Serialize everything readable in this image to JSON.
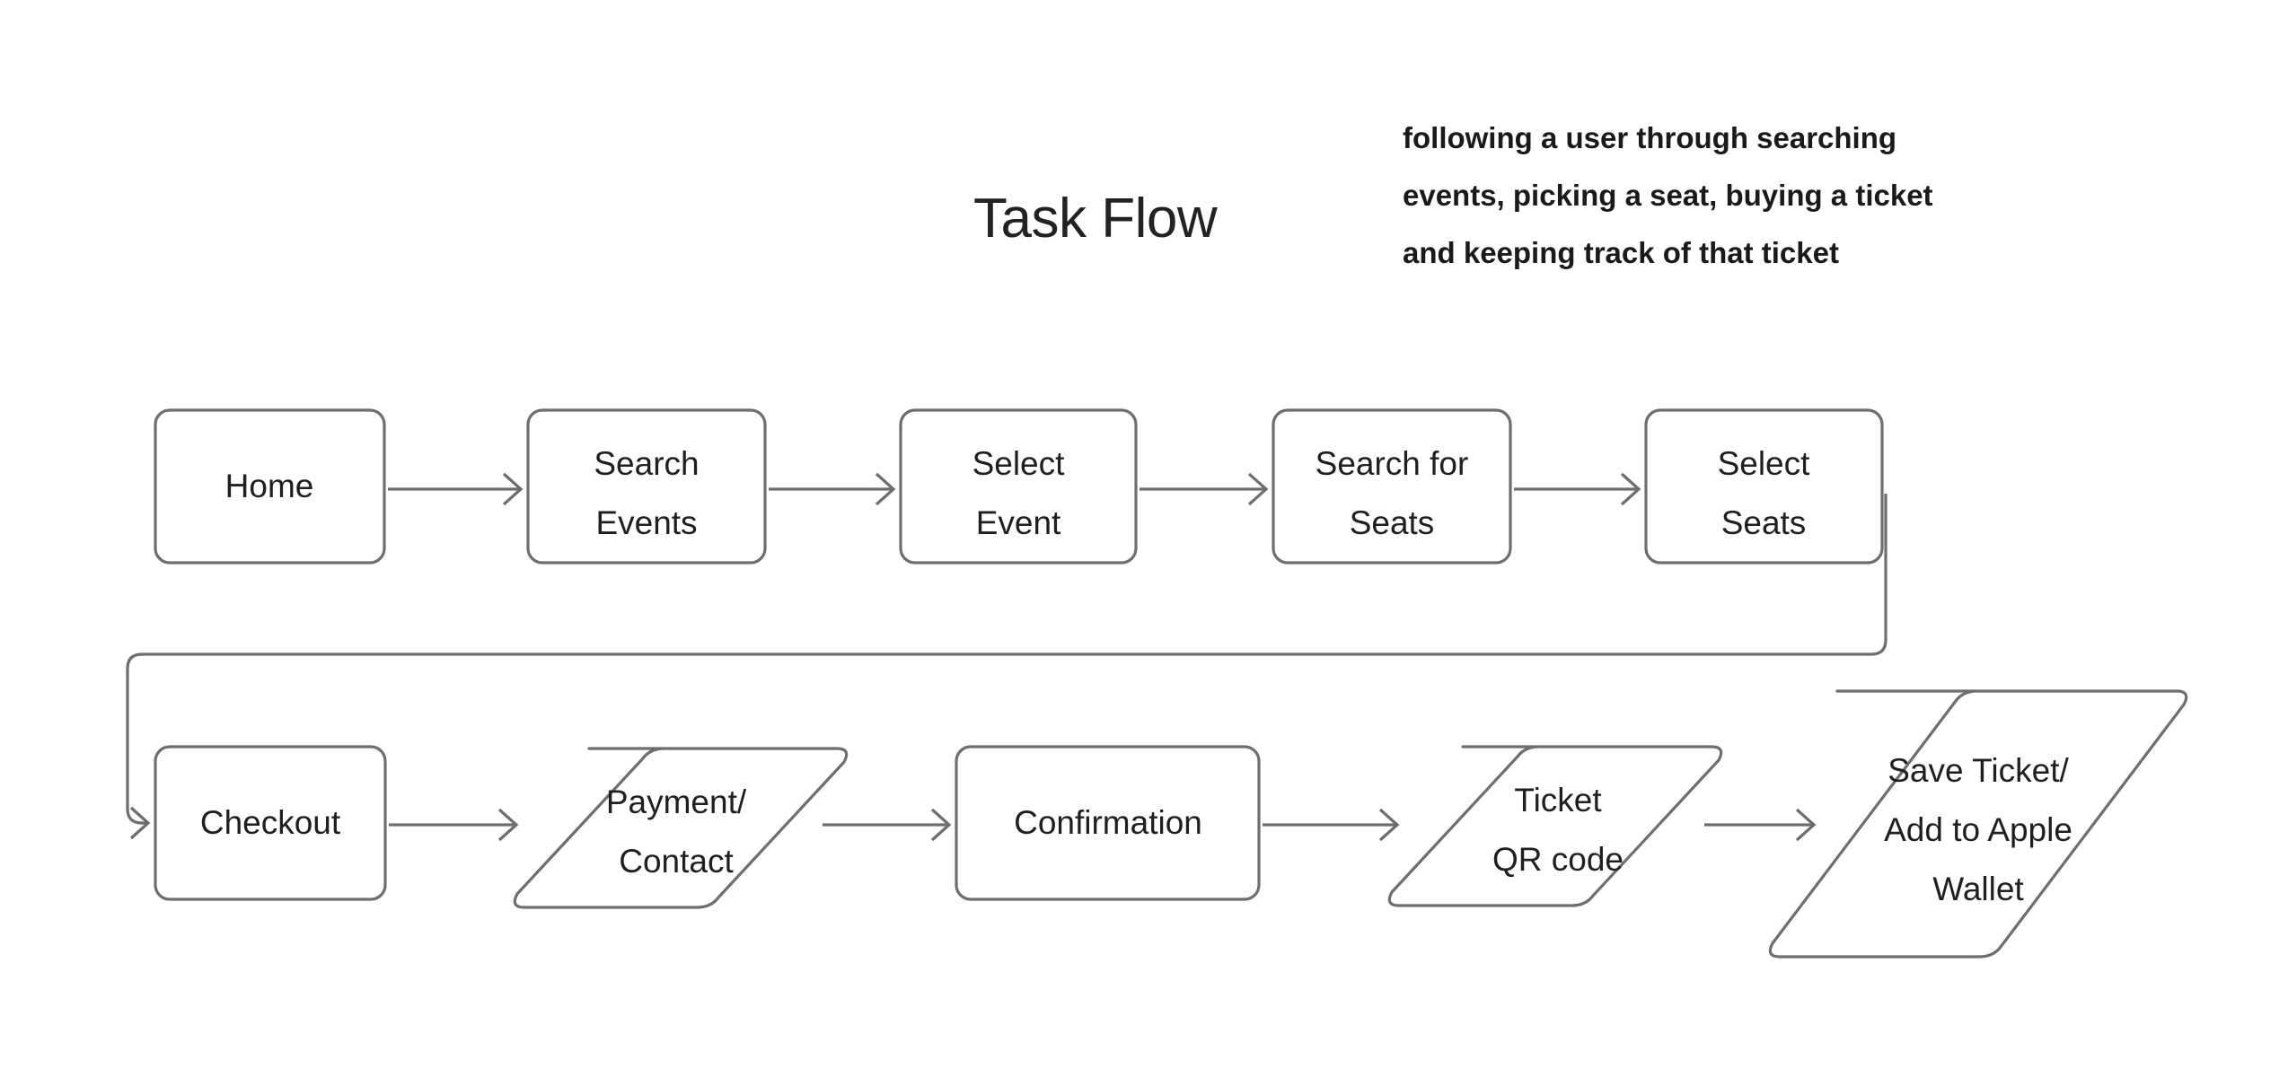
{
  "header": {
    "title": "Task Flow",
    "description_lines": [
      "following a user through searching",
      "events, picking a seat, buying a ticket",
      "and keeping track of that ticket"
    ]
  },
  "theme": {
    "background": "#ffffff",
    "stroke": "#6e6e6e",
    "node_fill": "#ffffff",
    "text": "#1f1f1f",
    "title_text": "#222222"
  },
  "diagram": {
    "type": "flowchart",
    "rows": [
      {
        "name": "row-1",
        "nodes": [
          {
            "id": "home",
            "shape": "rounded-rect",
            "lines": [
              "Home"
            ]
          },
          {
            "id": "search-events",
            "shape": "rounded-rect",
            "lines": [
              "Search",
              "Events"
            ]
          },
          {
            "id": "select-event",
            "shape": "rounded-rect",
            "lines": [
              "Select",
              "Event"
            ]
          },
          {
            "id": "search-seats",
            "shape": "rounded-rect",
            "lines": [
              "Search for",
              "Seats"
            ]
          },
          {
            "id": "select-seats",
            "shape": "rounded-rect",
            "lines": [
              "Select",
              "Seats"
            ]
          }
        ]
      },
      {
        "name": "row-2",
        "nodes": [
          {
            "id": "checkout",
            "shape": "rounded-rect",
            "lines": [
              "Checkout"
            ]
          },
          {
            "id": "payment-contact",
            "shape": "parallelogram",
            "lines": [
              "Payment/",
              "Contact"
            ]
          },
          {
            "id": "confirmation",
            "shape": "rounded-rect",
            "lines": [
              "Confirmation"
            ]
          },
          {
            "id": "ticket-qr",
            "shape": "parallelogram",
            "lines": [
              "Ticket",
              "QR code"
            ]
          },
          {
            "id": "save-ticket",
            "shape": "parallelogram",
            "lines": [
              "Save Ticket/",
              "Add to Apple",
              "Wallet"
            ]
          }
        ]
      }
    ],
    "connections": [
      {
        "from": "home",
        "to": "search-events",
        "style": "arrow"
      },
      {
        "from": "search-events",
        "to": "select-event",
        "style": "arrow"
      },
      {
        "from": "select-event",
        "to": "search-seats",
        "style": "arrow"
      },
      {
        "from": "search-seats",
        "to": "select-seats",
        "style": "arrow"
      },
      {
        "from": "select-seats",
        "to": "checkout",
        "style": "elbow-wrap-arrow"
      },
      {
        "from": "checkout",
        "to": "payment-contact",
        "style": "arrow"
      },
      {
        "from": "payment-contact",
        "to": "confirmation",
        "style": "arrow"
      },
      {
        "from": "confirmation",
        "to": "ticket-qr",
        "style": "arrow"
      },
      {
        "from": "ticket-qr",
        "to": "save-ticket",
        "style": "arrow"
      }
    ]
  },
  "labels": {
    "home": "Home",
    "search_events_1": "Search",
    "search_events_2": "Events",
    "select_event_1": "Select",
    "select_event_2": "Event",
    "search_seats_1": "Search for",
    "search_seats_2": "Seats",
    "select_seats_1": "Select",
    "select_seats_2": "Seats",
    "checkout": "Checkout",
    "payment_1": "Payment/",
    "payment_2": "Contact",
    "confirmation": "Confirmation",
    "ticket_qr_1": "Ticket",
    "ticket_qr_2": "QR code",
    "save_ticket_1": "Save Ticket/",
    "save_ticket_2": "Add to Apple",
    "save_ticket_3": "Wallet"
  },
  "description": {
    "line1": "following a user through searching",
    "line2": "events, picking a seat, buying a ticket",
    "line3": "and keeping track of that ticket"
  }
}
